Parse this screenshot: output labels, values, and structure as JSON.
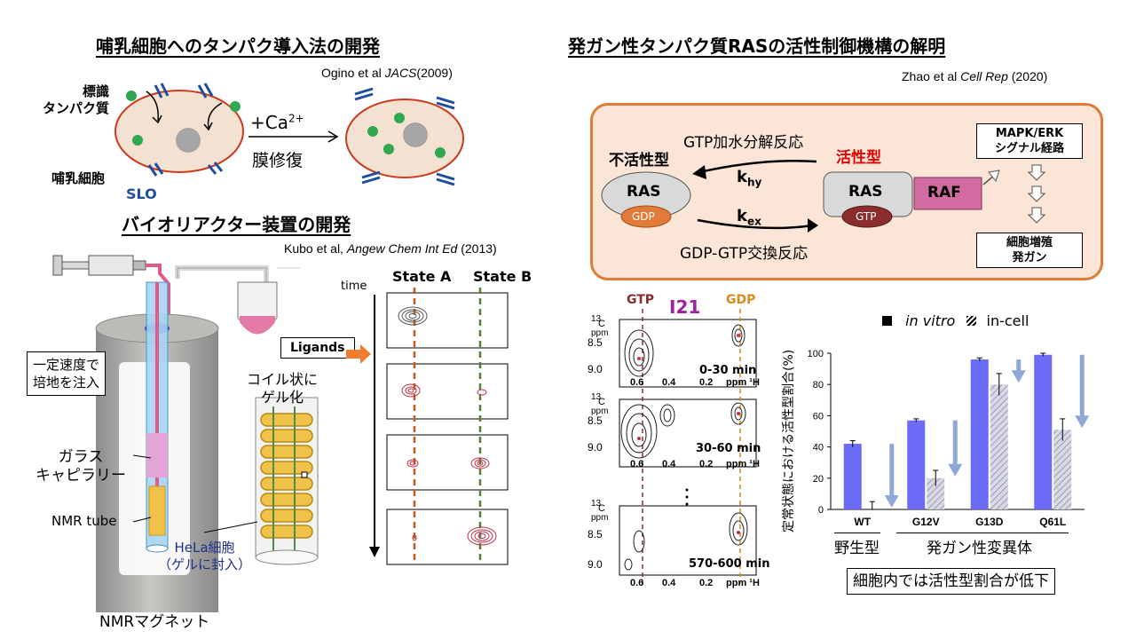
{
  "left": {
    "title1": "哺乳細胞へのタンパク導入法の開発",
    "cite1_pre": "Ogino et al ",
    "cite1_journal": "JACS",
    "cite1_year": "(2009)",
    "label_protein": "標識\nタンパク質",
    "label_cell": "哺乳細胞",
    "label_slo": "SLO",
    "arrow_top": "+Ca",
    "arrow_top_sup": "2+",
    "arrow_bottom": "膜修復",
    "title2": "バイオリアクター装置の開発",
    "cite2_pre": "Kubo et al, ",
    "cite2_journal": "Angew Chem Int Ed",
    "cite2_year": " (2013)",
    "inject_note": "一定速度で\n培地を注入",
    "glass": "ガラス\nキャピラリー",
    "nmr_tube": "NMR tube",
    "hela": "HeLa細胞\n（ゲルに封入）",
    "coil": "コイル状に\nゲル化",
    "magnet": "NMRマグネット",
    "ligands": "Ligands",
    "time": "time",
    "stateA": "State A",
    "stateB": "State B"
  },
  "right": {
    "title": "発ガン性タンパク質RASの活性制御機構の解明",
    "cite_pre": "Zhao",
    "cite_mid": " et al ",
    "cite_journal": "Cell Rep",
    "cite_year": " (2020)",
    "gtp_hydrolysis": "GTP加水分解反応",
    "inactive": "不活性型",
    "active": "活性型",
    "khy": "k",
    "khy_sub": "hy",
    "kex": "k",
    "kex_sub": "ex",
    "ras": "RAS",
    "gdp": "GDP",
    "gtp": "GTP",
    "raf": "RAF",
    "exchange": "GDP-GTP交換反応",
    "mapk": "MAPK/ERK\nシグナル経路",
    "prolif": "細胞増殖\n発ガン",
    "spec_gtp": "GTP",
    "spec_gdp": "GDP",
    "spec_i21": "I21",
    "spec_t1": "0-30 min",
    "spec_t2": "30-60 min",
    "spec_t3": "570-600 min",
    "legend_invitro": "in vitro",
    "legend_incell": "in-cell",
    "ylabel": "定常状態における活性型割合(%)",
    "group_wt": "野生型",
    "group_mut": "発ガン性変異体",
    "conclusion": "細胞内では活性型割合が低下"
  },
  "chart_data": {
    "type": "bar",
    "categories": [
      "WT",
      "G12V",
      "G13D",
      "Q61L"
    ],
    "series": [
      {
        "name": "in vitro",
        "values": [
          42,
          57,
          96,
          99
        ],
        "errors": [
          2,
          1,
          1,
          1
        ]
      },
      {
        "name": "in-cell",
        "values": [
          0,
          20,
          80,
          51
        ],
        "errors": [
          5,
          5,
          7,
          7
        ]
      }
    ],
    "arrows": [
      true,
      true,
      true,
      true
    ],
    "ylim": [
      0,
      100
    ],
    "yticks": [
      0,
      20,
      40,
      60,
      80,
      100
    ],
    "ylabel": "定常状態における活性型割合(%)",
    "colors": {
      "in vitro": "#6b6bf5",
      "in-cell": "#c9c9d9",
      "arrow": "#8fa8d8"
    }
  }
}
